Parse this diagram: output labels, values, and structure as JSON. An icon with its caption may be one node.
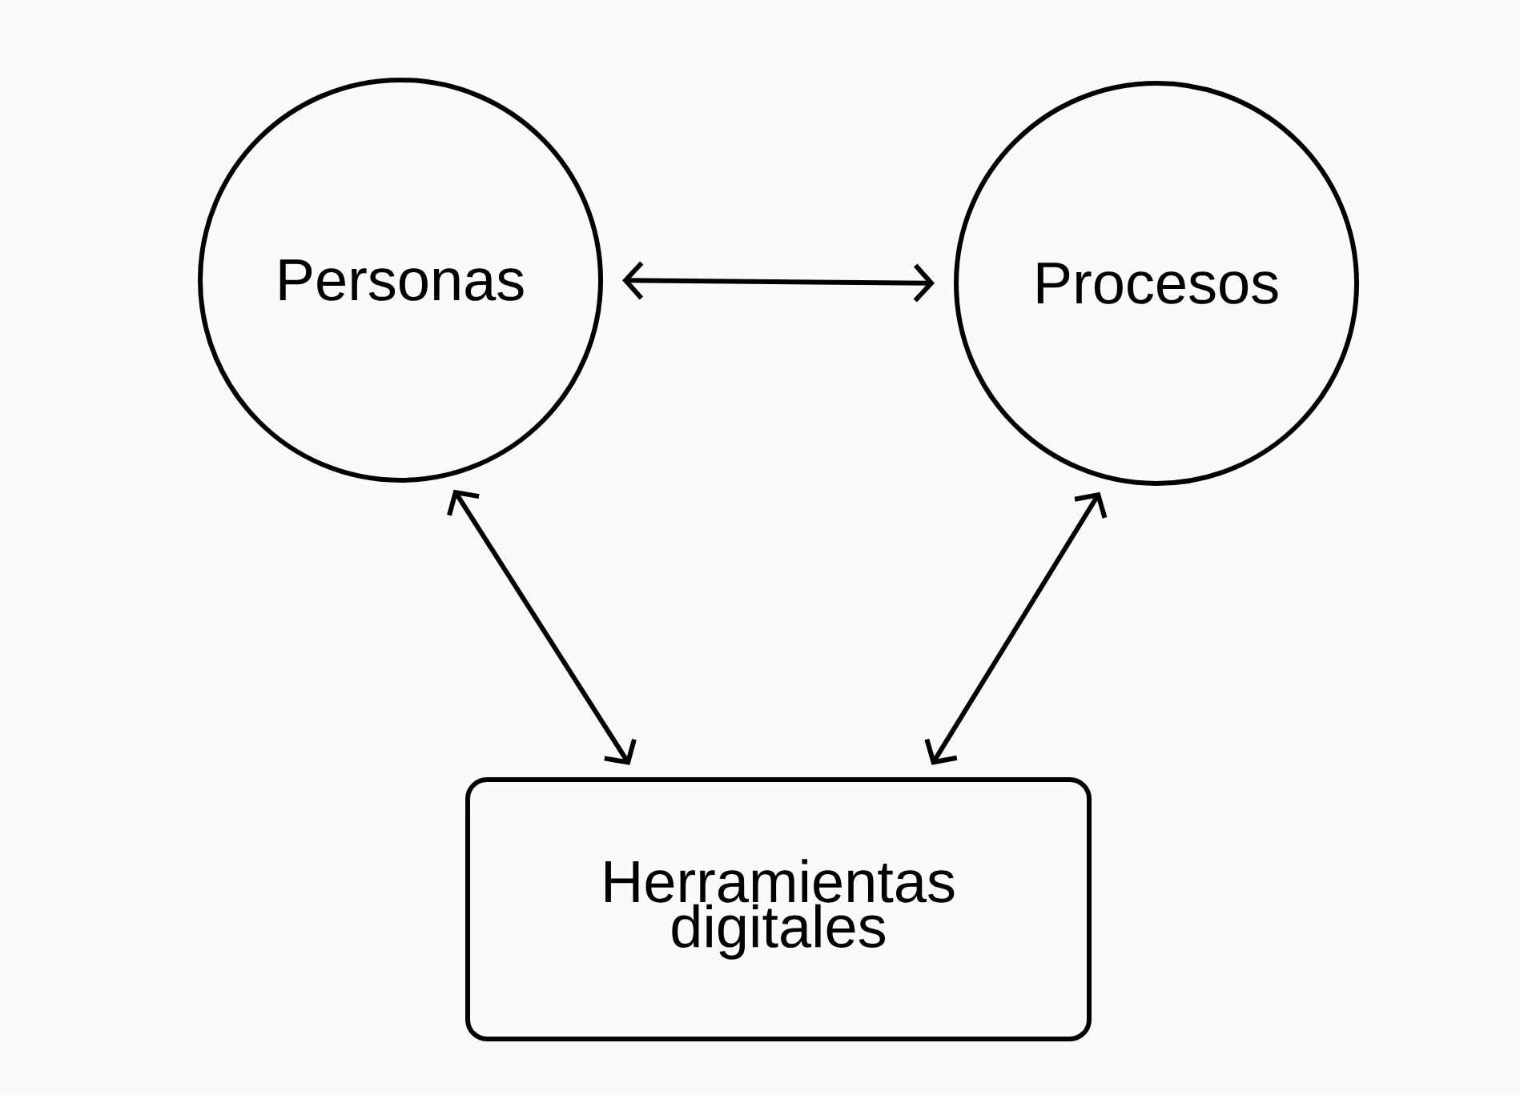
{
  "diagram": {
    "nodes": [
      {
        "text": [
          "Personas"
        ]
      },
      {
        "text": [
          "Procesos"
        ]
      },
      {
        "text": [
          "Herramientas digitales"
        ]
      }
    ],
    "edges": [
      {
        "from": 0,
        "to": 1,
        "arrow": "both"
      },
      {
        "from": 0,
        "to": 2,
        "arrow": "both"
      },
      {
        "from": 1,
        "to": 2,
        "arrow": "both"
      }
    ]
  }
}
